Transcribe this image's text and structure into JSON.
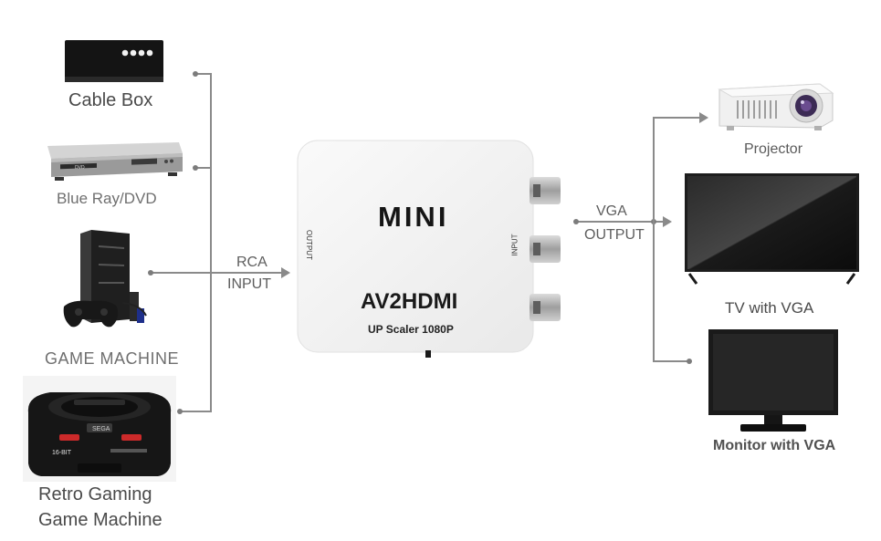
{
  "inputs": {
    "cable_box": "Cable Box",
    "bluray": "Blue Ray/DVD",
    "game_machine": "GAME MACHINE",
    "retro_line1": "Retro Gaming",
    "retro_line2": "Game Machine"
  },
  "rca_label": {
    "line1": "RCA",
    "line2": "INPUT"
  },
  "converter": {
    "brand": "MINI",
    "model": "AV2HDMI",
    "subtitle": "UP Scaler 1080P",
    "output_side": "OUTPUT",
    "input_side": "INPUT"
  },
  "vga_label": {
    "line1": "VGA",
    "line2": "OUTPUT"
  },
  "outputs": {
    "projector": "Projector",
    "tv": "TV with VGA",
    "monitor": "Monitor with VGA"
  },
  "console_markings": {
    "bit": "16-BIT",
    "logo": "SEGA",
    "dvd": "DVD"
  },
  "colors": {
    "connector_line": "#8a8a8a",
    "label_text": "#6f6f6f",
    "device_dark": "#1c1c1c",
    "converter_body": "#f4f4f4"
  }
}
